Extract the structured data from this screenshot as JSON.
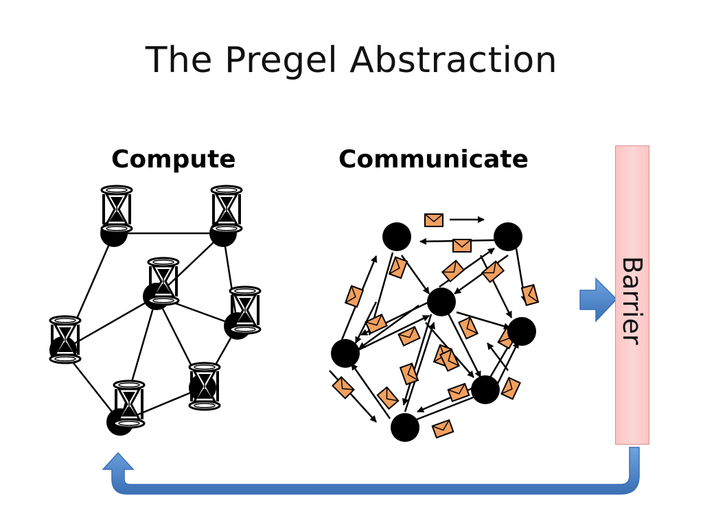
{
  "slide": {
    "title": "The Pregel Abstraction"
  },
  "compute": {
    "label": "Compute",
    "node_icon": "hourglass-icon"
  },
  "communicate": {
    "label": "Communicate",
    "message_icon": "envelope-icon"
  },
  "barrier": {
    "label": "Barrier"
  },
  "colors": {
    "node": "#000000",
    "message": "#f2a05e",
    "arrow_blue": "#4d84c8",
    "barrier_fill": "#ffc4c4",
    "barrier_border": "#d98e8e"
  }
}
